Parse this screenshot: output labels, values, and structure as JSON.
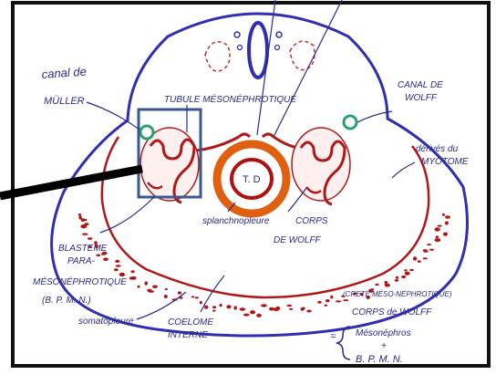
{
  "colors": {
    "ink": "#2a2a8a",
    "outline": "#2f2fb0",
    "blood": "#b01818",
    "ring_orange": "#e06010",
    "ring_red": "#b01010",
    "frame": "#111111",
    "highlight": "#3a5a8c",
    "green": "#2aa070",
    "pointer": "#000000"
  },
  "labels": {
    "canal_muller_1": "canal de",
    "canal_muller_2": "MÜLLER",
    "tubule": "TUBULE MÉSONÉPHROTIQUE",
    "canal_wolff_1": "CANAL DE",
    "canal_wolff_2": "WOLFF",
    "derives_1": "dérivés du",
    "derives_2": "MYOTOME",
    "td": "T. D",
    "splanchno": "splanchnopleure",
    "corps_wolff_1": "CORPS",
    "corps_wolff_2": "DE WOLFF",
    "blasteme_1": "BLASTEME",
    "blasteme_2": "PARA-",
    "blasteme_3": "MÉSONÉPHROTIQUE",
    "blasteme_4": "(B. P. M. N.)",
    "crete": "(CRETE MÉSO-NÉPHROTIQUE)",
    "corps_de_wolff": "CORPS de WOLFF",
    "mesonephros": "Mésonéphros",
    "plus": "+",
    "bpmn": "B. P. M. N.",
    "equals": "=",
    "somatopleure": "somatopleure",
    "coelome_1": "COELOME",
    "coelome_2": "INTERNE"
  }
}
